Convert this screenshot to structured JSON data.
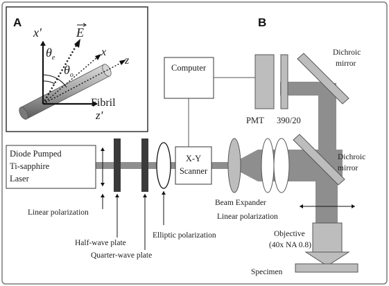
{
  "panels": {
    "a": "A",
    "b": "B"
  },
  "inset": {
    "axis_x_prime": "x'",
    "axis_z_prime": "z'",
    "axis_x": "x",
    "axis_z": "z",
    "field": "E",
    "theta_e": "θ",
    "theta_e_sub": "e",
    "theta_o": "θ",
    "theta_o_sub": "o",
    "fibril": "Fibril"
  },
  "components": {
    "laser_line1": "Diode Pumped",
    "laser_line2": "Ti-sapphire",
    "laser_line3": "Laser",
    "scanner_line1": "X-Y",
    "scanner_line2": "Scanner",
    "computer": "Computer",
    "pmt": "PMT",
    "filter": "390/20",
    "dichroic1_line1": "Dichroic",
    "dichroic1_line2": "mirror",
    "dichroic2_line1": "Dichroic",
    "dichroic2_line2": "mirror",
    "beam_expander": "Beam Expander",
    "objective_line1": "Objective",
    "objective_line2": "(40x NA 0.8)",
    "specimen": "Specimen"
  },
  "annotations": {
    "linear_pol_left": "Linear polarization",
    "half_wave": "Half-wave plate",
    "quarter_wave": "Quarter-wave plate",
    "elliptic": "Elliptic polarization",
    "linear_pol_right": "Linear polarization"
  },
  "colors": {
    "beam": "#8e8e8e",
    "plate": "#3a3a3a",
    "component": "#bdbdbd",
    "line": "#1a1a1a"
  }
}
